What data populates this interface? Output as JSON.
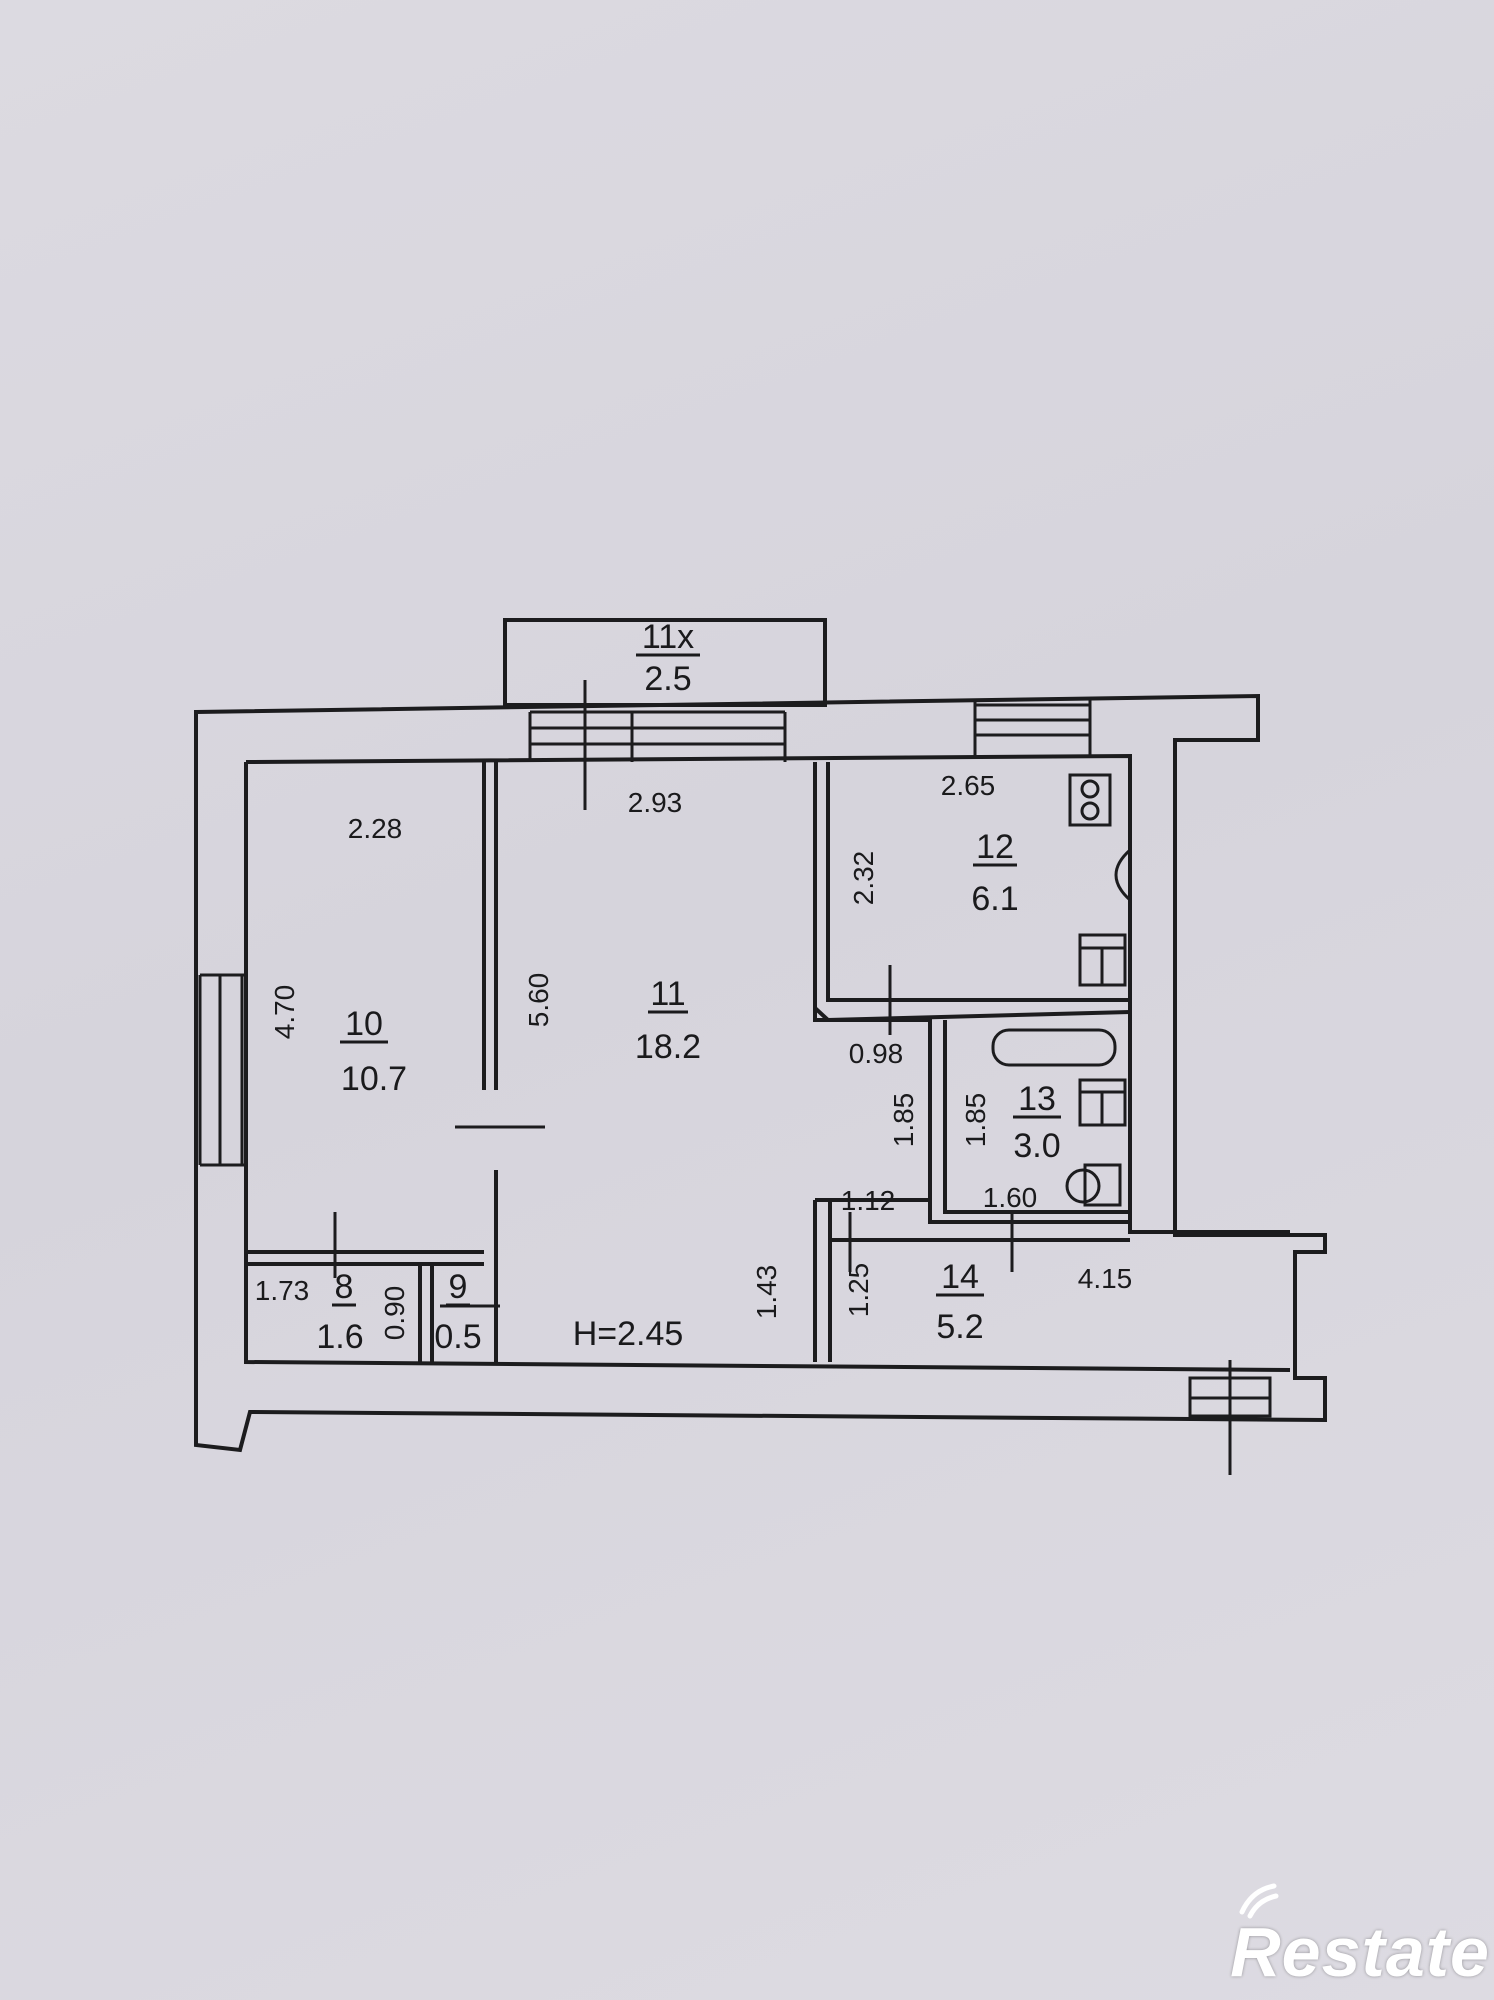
{
  "rooms": [
    {
      "number": "11x",
      "area": "2.5"
    },
    {
      "number": "10",
      "area": "10.7"
    },
    {
      "number": "11",
      "area": "18.2"
    },
    {
      "number": "12",
      "area": "6.1"
    },
    {
      "number": "13",
      "area": "3.0"
    },
    {
      "number": "14",
      "area": "5.2"
    },
    {
      "number": "8",
      "area": "1.6"
    },
    {
      "number": "9",
      "area": "0.5"
    }
  ],
  "dimensions": {
    "d_228": "2.28",
    "d_293": "2.93",
    "d_265": "2.65",
    "d_232": "2.32",
    "d_470": "4.70",
    "d_560": "5.60",
    "d_098": "0.98",
    "d_185_a": "1.85",
    "d_185_b": "1.85",
    "d_112": "1.12",
    "d_160": "1.60",
    "d_125": "1.25",
    "d_415": "4.15",
    "d_143": "1.43",
    "d_173": "1.73",
    "d_090": "0.90"
  },
  "ceiling_height": "H=2.45",
  "watermark": "Restate"
}
